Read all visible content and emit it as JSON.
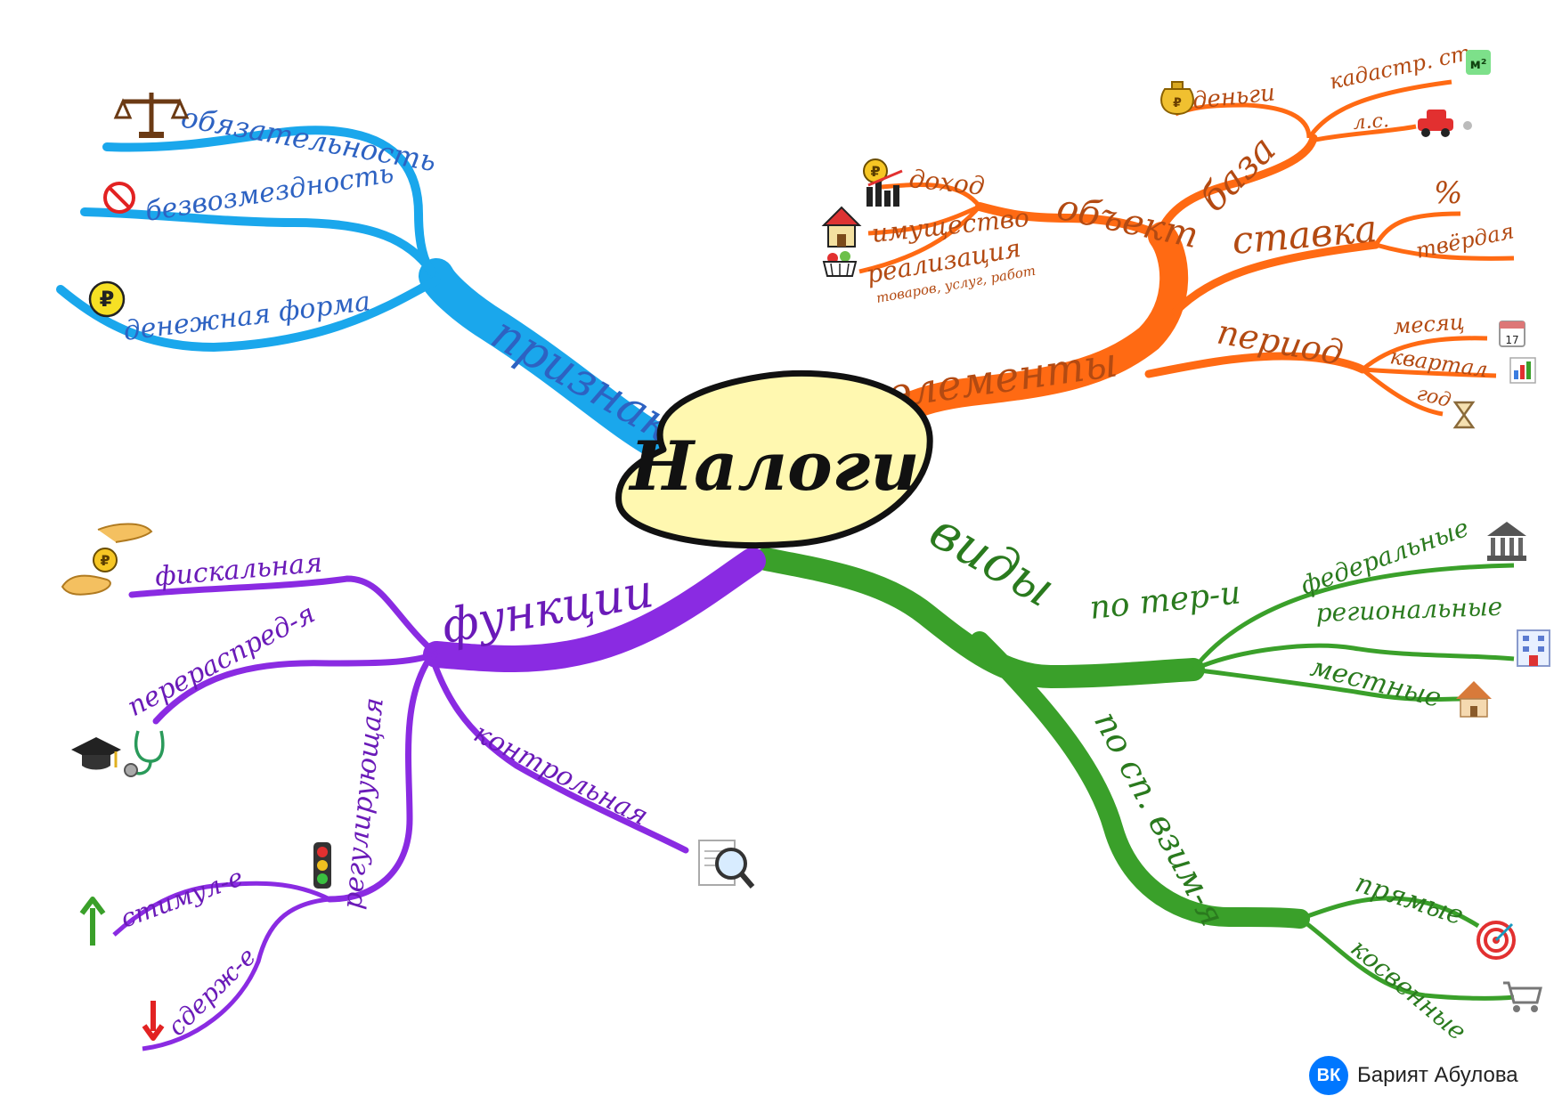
{
  "center": {
    "label": "Налоги"
  },
  "branches": {
    "priznaki": {
      "label": "признаки",
      "color": "#1aa7ec",
      "items": [
        "обязательность",
        "безвозмездность",
        "денежная форма"
      ]
    },
    "elementy": {
      "label": "элементы",
      "color": "#ff6a13",
      "objekt": {
        "label": "объект",
        "items": [
          "доход",
          "имущество",
          "реализация"
        ],
        "note": "товаров, услуг, работ"
      },
      "baza": {
        "label": "база",
        "items": [
          "деньги",
          "кадастр. ст.",
          "л.с."
        ]
      },
      "stavka": {
        "label": "ставка",
        "items": [
          "%",
          "твёрдая"
        ]
      },
      "period": {
        "label": "период",
        "items": [
          "месяц",
          "квартал",
          "год"
        ]
      }
    },
    "vidy": {
      "label": "виды",
      "color": "#3aa02a",
      "po_ter": {
        "label": "по тер-и",
        "items": [
          "федеральные",
          "региональные",
          "местные"
        ]
      },
      "po_sp": {
        "label": "по сп. взим-я",
        "items": [
          "прямые",
          "косвенные"
        ]
      }
    },
    "funkcii": {
      "label": "функции",
      "color": "#8a2be2",
      "items": [
        "фискальная",
        "перераспред-я",
        "контрольная"
      ],
      "regul": {
        "label": "регулирующая",
        "items": [
          "стимул-е",
          "сдерж-е"
        ]
      }
    }
  },
  "icons": {
    "m2": "м²",
    "calendar_day": "17"
  },
  "credit": {
    "network": "ВК",
    "author": "Барият Абулова"
  }
}
